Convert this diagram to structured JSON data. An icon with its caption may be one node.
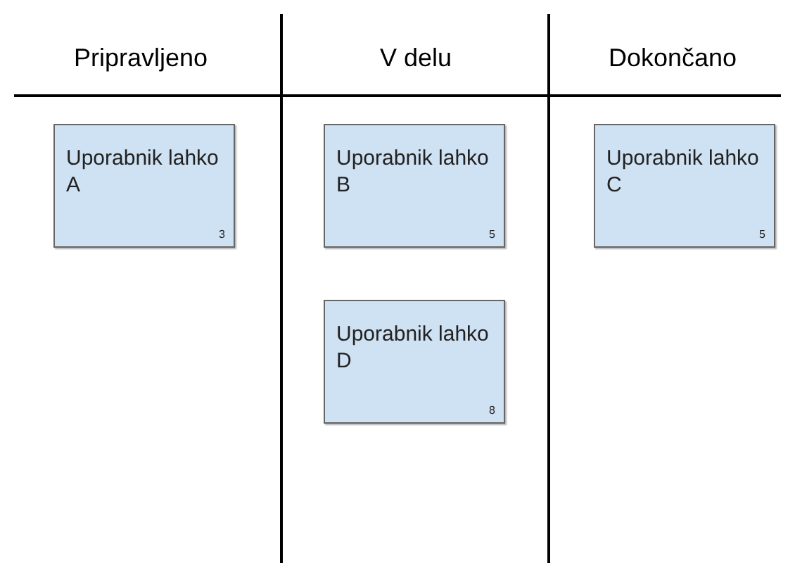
{
  "diagram": {
    "nodes": [
      {
        "text": [
          "Pripravljeno"
        ]
      },
      {
        "text": [
          "V delu"
        ]
      },
      {
        "text": [
          "Dokončano"
        ]
      },
      {
        "text": [
          "Uporabnik lahko A",
          "3"
        ],
        "in": 0
      },
      {
        "text": [
          "Uporabnik lahko B",
          "5"
        ],
        "in": 1
      },
      {
        "text": [
          "Uporabnik lahko C",
          "5"
        ],
        "in": 2
      },
      {
        "text": [
          "Uporabnik lahko D",
          "8"
        ],
        "in": 1
      }
    ]
  }
}
